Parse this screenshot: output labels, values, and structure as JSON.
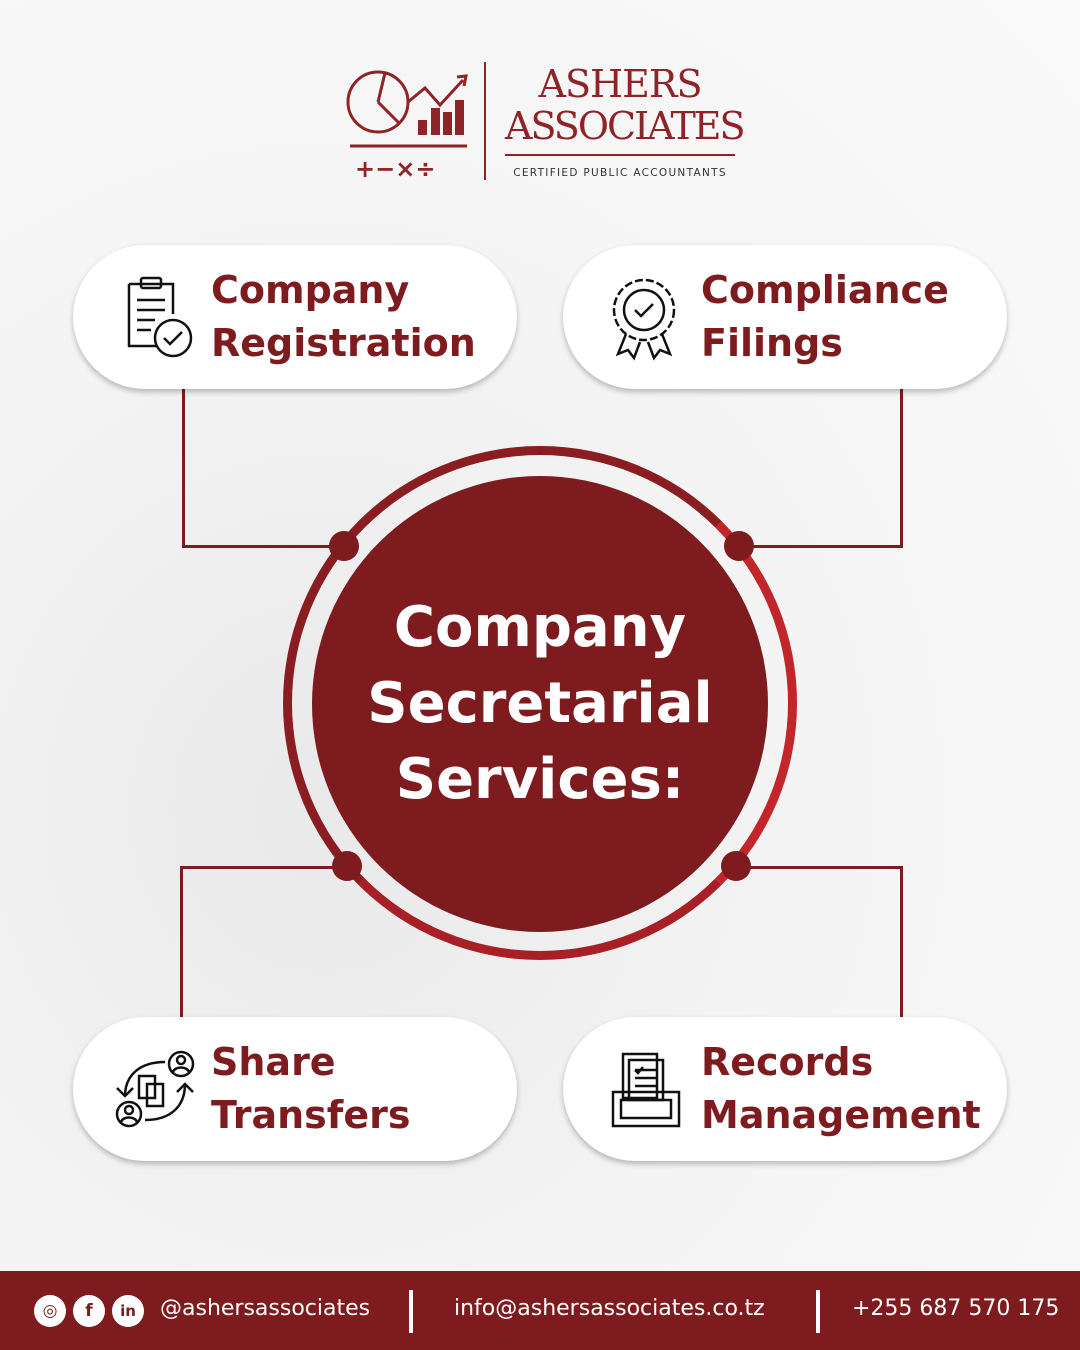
{
  "logo": {
    "line1": "ASHERS",
    "line2": "ASSOCIATES",
    "tagline": "CERTIFIED PUBLIC ACCOUNTANTS",
    "math_symbols": "+−×÷"
  },
  "center": {
    "line1": "Company",
    "line2": "Secretarial",
    "line3": "Services:"
  },
  "services": [
    {
      "line1": "Company",
      "line2": "Registration",
      "icon": "clipboard-check-icon"
    },
    {
      "line1": "Compliance",
      "line2": "Filings",
      "icon": "award-badge-icon"
    },
    {
      "line1": "Share",
      "line2": "Transfers",
      "icon": "share-transfer-icon"
    },
    {
      "line1": "Records",
      "line2": "Management",
      "icon": "records-box-icon"
    }
  ],
  "footer": {
    "social_handle": "@ashersassociates",
    "email": "info@ashersassociates.co.tz",
    "phone": "+255 687 570 175",
    "instagram": "◎",
    "facebook": "f",
    "linkedin": "in"
  },
  "colors": {
    "brand": "#7e1b1e",
    "accent": "#c3262a"
  }
}
